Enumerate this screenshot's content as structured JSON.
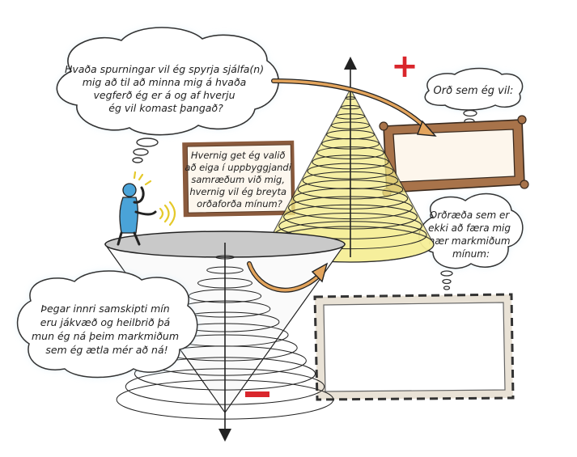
{
  "bubbles": {
    "top_left": {
      "lines": [
        "Hvaða spurningar vil ég spyrja sjálfa(n)",
        "mig að til að minna mig á hvaða",
        "vegferð ég er á og af hverju",
        "ég vil komast þangað?"
      ]
    },
    "top_right": {
      "lines": [
        "Orð sem ég vil:"
      ]
    },
    "middle_right": {
      "lines": [
        "Orðræða sem er",
        "ekki að færa mig",
        "nær markmiðum",
        "mínum:"
      ]
    },
    "bottom_left": {
      "lines": [
        "Þegar innri samskipti mín",
        "eru jákvæð og heilbrið þá",
        "mun ég ná þeim markmiðum",
        "sem ég ætla mér að ná!"
      ]
    }
  },
  "card": {
    "lines": [
      "Hvernig get ég valið",
      "að eiga í uppbyggjandi",
      "samræðum við mig,",
      "hvernig vil ég breyta",
      "orðaforða mínum?"
    ]
  },
  "symbols": {
    "plus": "+",
    "minus": "−"
  },
  "colors": {
    "bubble_outline": "#8ccbe8",
    "yellow_cone": "#f3ea86",
    "frame_wood": "#a8734a",
    "frame_inner": "#fdf6ec",
    "card_border": "#8a5a3c",
    "arrow_orange": "#e3a45c",
    "plus_red": "#d9262c",
    "minus_red": "#d9262c",
    "figure_blue": "#4aa3d8",
    "platform_grey": "#c9c9c9"
  },
  "icons": {
    "person": "thinking-person-icon",
    "sound": "sound-waves-icon"
  }
}
